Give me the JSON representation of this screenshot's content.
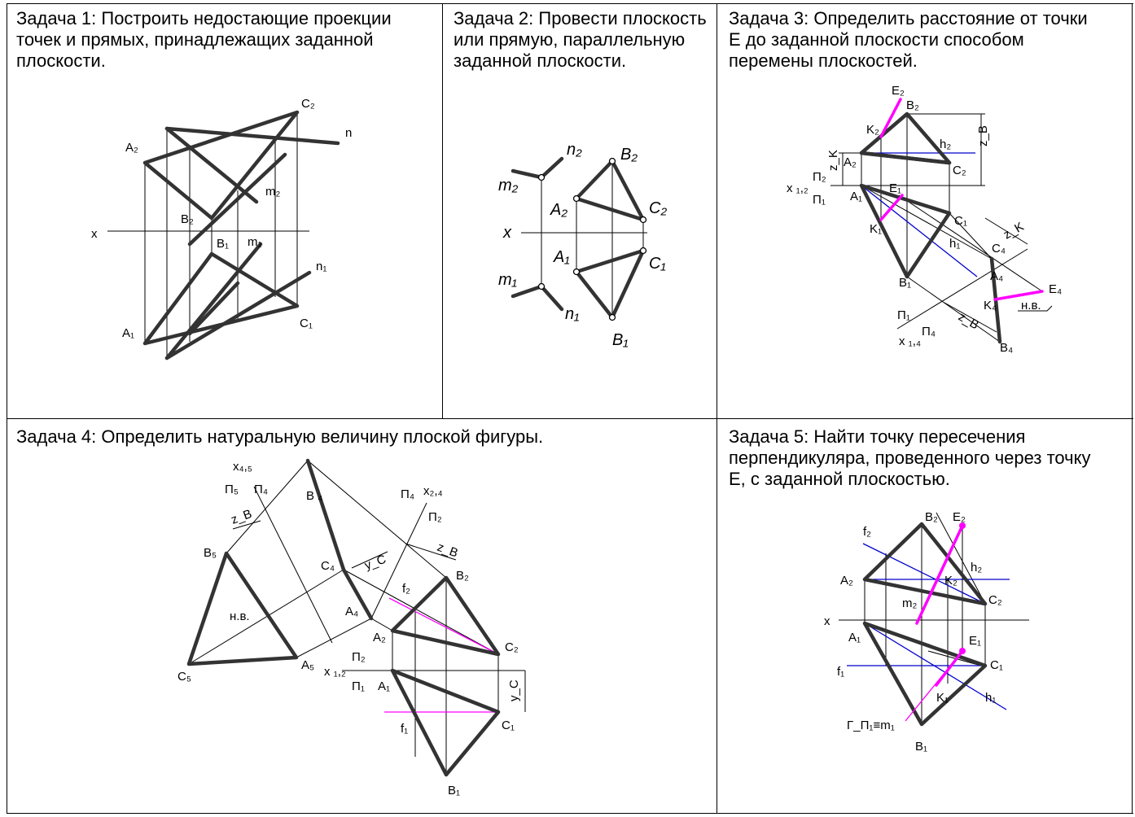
{
  "tasks": {
    "t1": {
      "title": "Задача 1: Построить недостающие проекции точек и прямых, принадлежащих заданной плоскости."
    },
    "t2": {
      "title": "Задача 2: Провести плоскость или прямую, параллельную заданной плоскости."
    },
    "t3": {
      "title": "Задача 3: Определить расстояние от точки Е до заданной плоскости способом перемены плоскостей."
    },
    "t4": {
      "title": "Задача 4: Определить натуральную величину плоской фигуры."
    },
    "t5": {
      "title": "Задача 5: Найти точку пересечения перпендикуляра, проведенного через точку Е, с заданной плоскостью."
    }
  },
  "labels": {
    "t1": {
      "A2": "A₂",
      "B2": "B₂",
      "C2": "C₂",
      "n": "n",
      "m2": "m₂",
      "x": "x",
      "B1": "B₁",
      "m1": "m₁",
      "n1": "n₁",
      "A1": "A₁",
      "C1": "C₁"
    },
    "t2": {
      "n2": "n₂",
      "B2": "B₂",
      "m2": "m₂",
      "A2": "A₂",
      "C2": "C₂",
      "x": "x",
      "A1": "A₁",
      "C1": "C₁",
      "m1": "m₁",
      "n1": "n₁",
      "B1": "B₁"
    },
    "t3": {
      "E2": "E₂",
      "B2": "B₂",
      "K2": "K₂",
      "h2": "h₂",
      "zB": "z_B",
      "zK": "z_K",
      "A2": "A₂",
      "C2": "C₂",
      "x12": "x ₁,₂",
      "P2": "Π₂",
      "P1": "Π₁",
      "E1": "E₁",
      "A1": "A₁",
      "C1": "C₁",
      "K1": "K₁",
      "h1": "h₁",
      "zK2": "z_K",
      "C4": "C₄",
      "A4": "A₄",
      "E4": "E₄",
      "K4": "K₄",
      "nv": "н.в.",
      "B1": "B₁",
      "P1b": "Π₁",
      "x14": "x ₁,₄",
      "P4": "Π₄",
      "zB2": "z_B",
      "B4": "B₄"
    },
    "t4": {
      "x45": "x₄,₅",
      "P5": "Π₅",
      "P4": "Π₄",
      "B4": "B ₄",
      "P4b": "Π₄",
      "x24": "x₂,₄",
      "P2": "Π₂",
      "zB": "z_B",
      "zB2": "z_B",
      "B5": "B₅",
      "C4": "C₄",
      "yC": "y_C",
      "B2": "B₂",
      "f2": "f₂",
      "nv": "н.в.",
      "A4": "A₄",
      "A2": "A₂",
      "C2": "C₂",
      "C5": "C₅",
      "A5": "A₅",
      "x12": "x ₁,₂",
      "P2b": "Π₂",
      "P1": "Π₁",
      "A1": "A₁",
      "yC2": "y_C",
      "f1": "f₁",
      "C1": "C₁",
      "B1": "B₁"
    },
    "t5": {
      "B2": "B₂",
      "E2": "E₂",
      "f2": "f₂",
      "h2": "h₂",
      "A2": "A₂",
      "K2": "K₂",
      "C2": "C₂",
      "m2": "m₂",
      "x": "x",
      "A1": "A₁",
      "E1": "E₁",
      "f1": "f₁",
      "C1": "C₁",
      "K1": "K₁",
      "h1": "h₁",
      "G": "Γ_Π₁≡m₁",
      "B1": "B₁"
    }
  },
  "colors": {
    "thick": "#333333",
    "blue": "#0000cc",
    "magenta": "#ff00ff"
  }
}
